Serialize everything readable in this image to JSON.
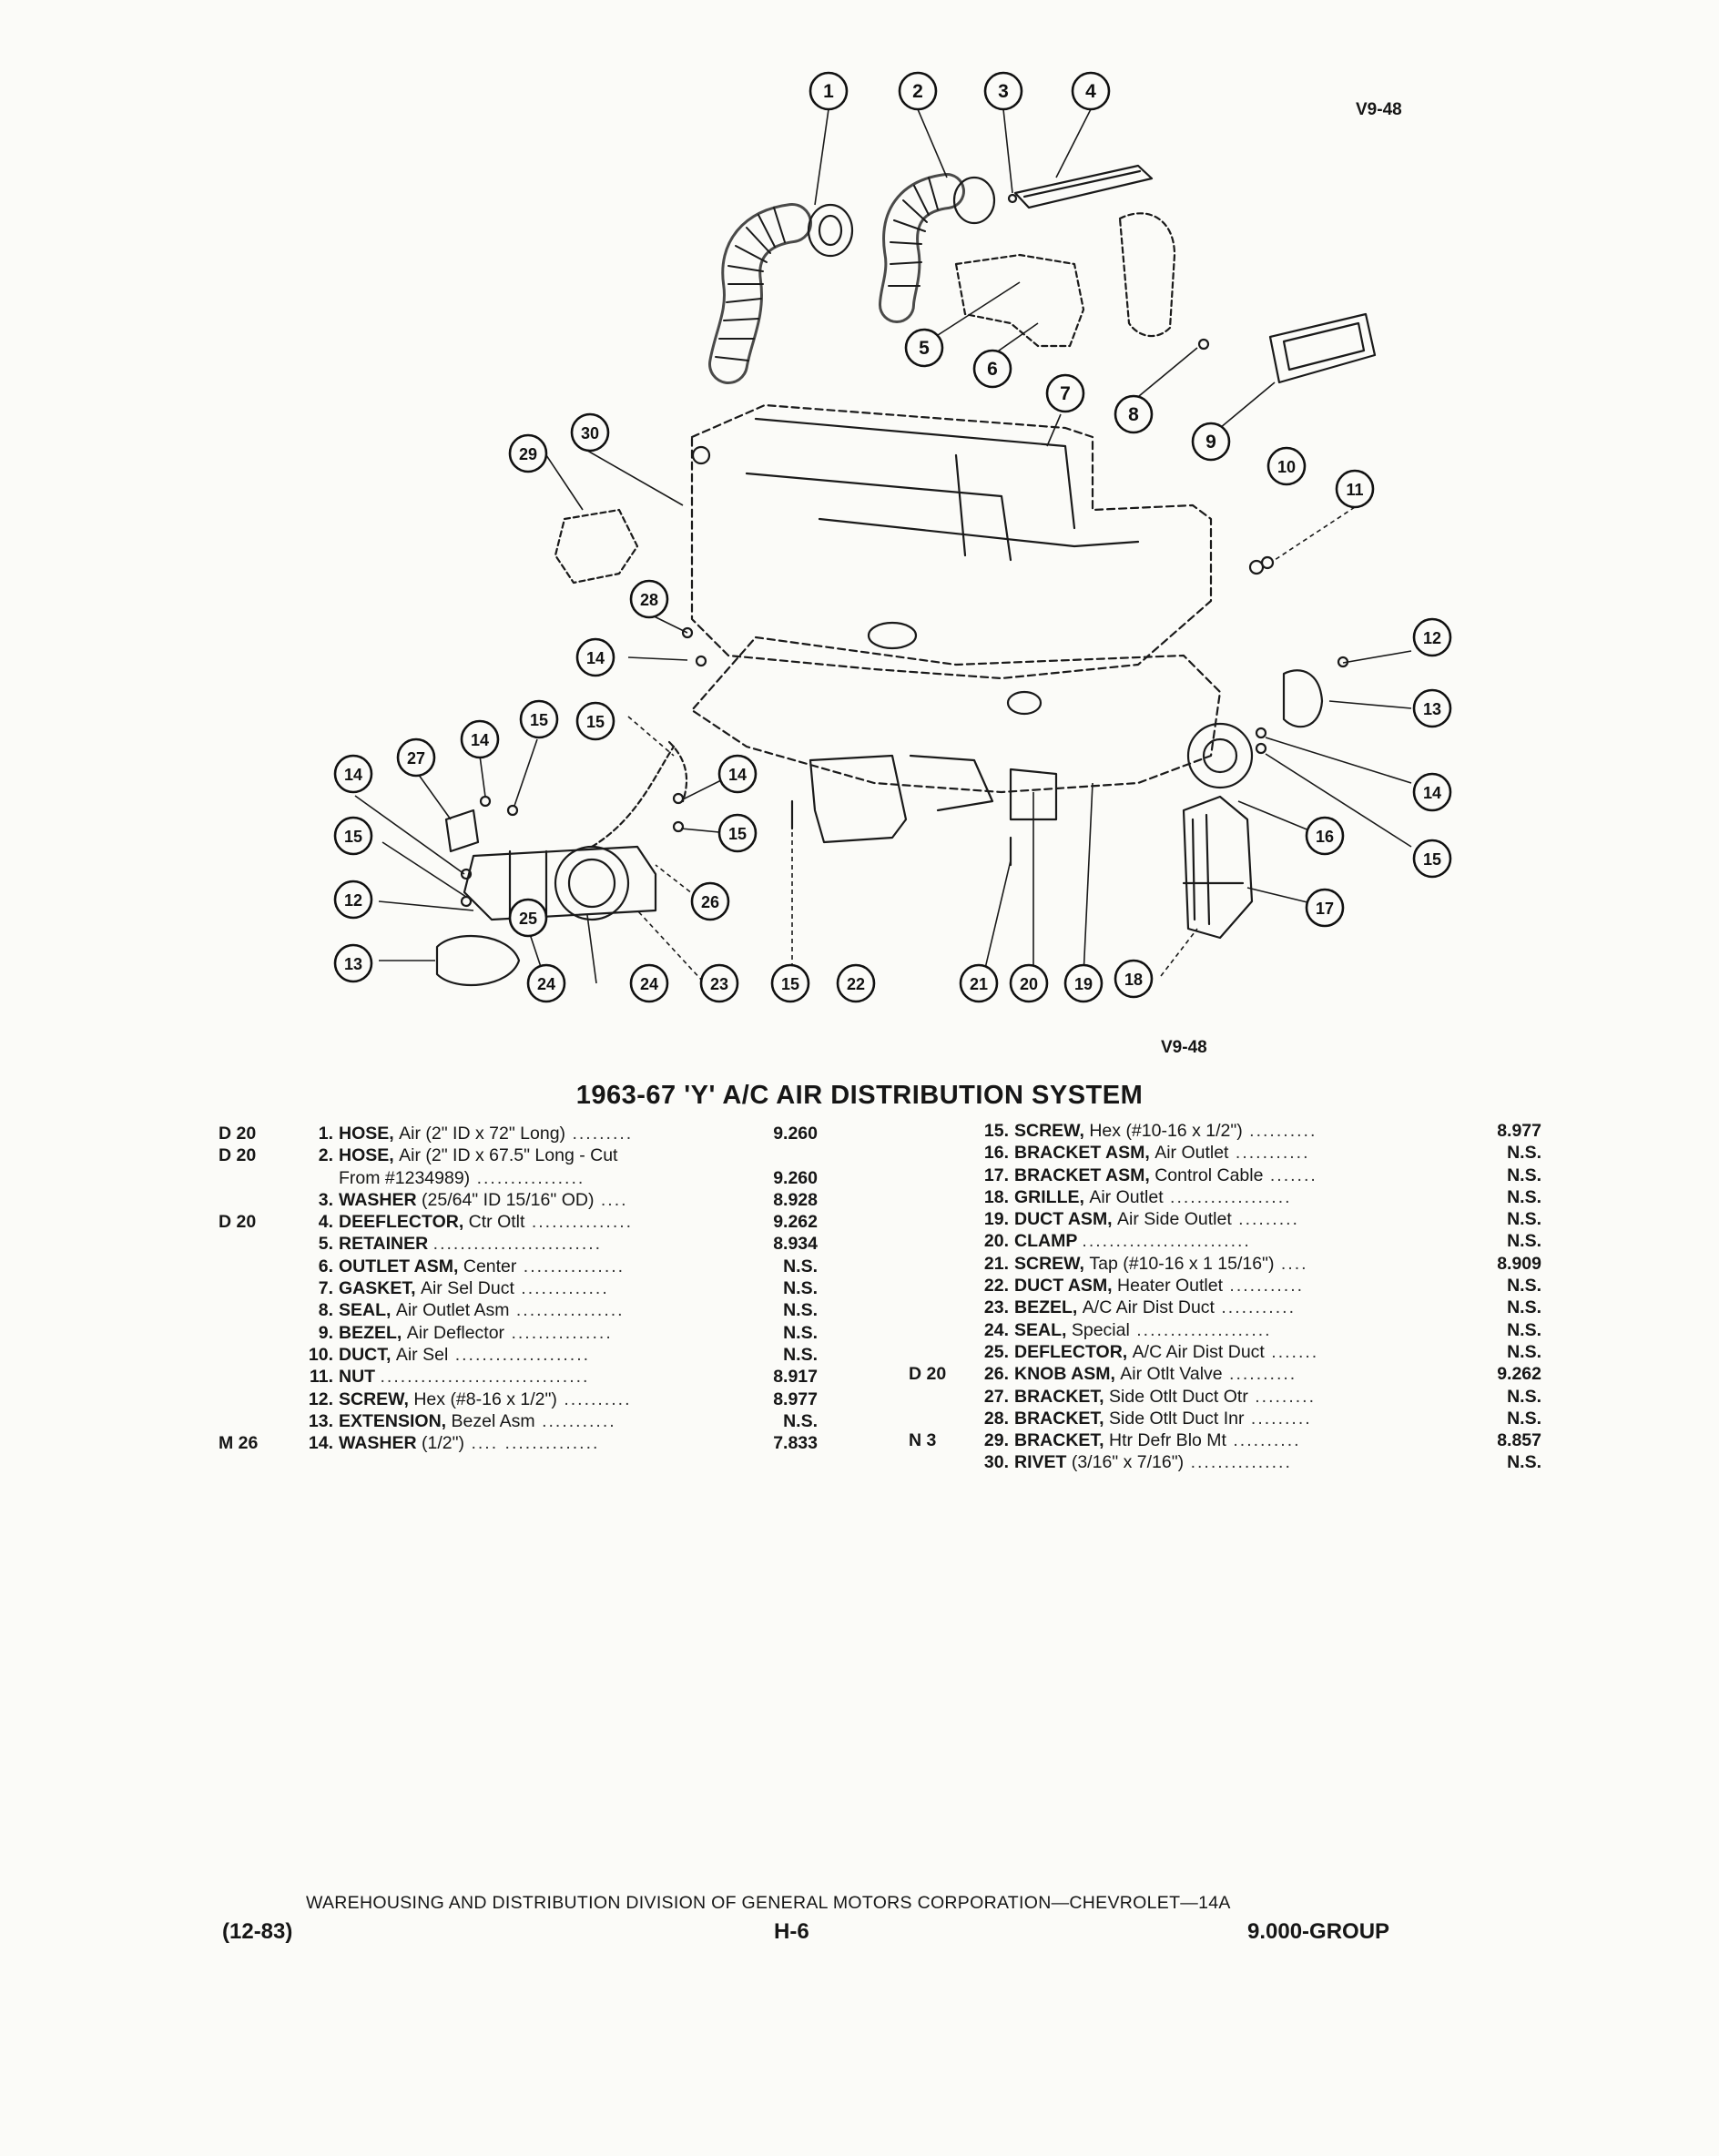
{
  "header_code": "V9-48",
  "figure_code": "V9-48",
  "title": "1963-67 'Y' A/C AIR DISTRIBUTION SYSTEM",
  "diagram": {
    "callouts": [
      "1",
      "2",
      "3",
      "4",
      "5",
      "6",
      "7",
      "8",
      "9",
      "10",
      "11",
      "12",
      "13",
      "14",
      "15",
      "16",
      "17",
      "18",
      "19",
      "20",
      "21",
      "22",
      "23",
      "24",
      "25",
      "26",
      "27",
      "28",
      "29",
      "30",
      "12",
      "13",
      "14",
      "15",
      "14",
      "15",
      "14",
      "15",
      "14",
      "15",
      "24",
      "15"
    ]
  },
  "parts_left": [
    {
      "code": "D 20",
      "num": "1.",
      "name": "HOSE,",
      "desc": "Air (2\" ID x 72\" Long)",
      "dots": ".........",
      "group": "9.260"
    },
    {
      "code": "D 20",
      "num": "2.",
      "name": "HOSE,",
      "desc": "Air (2\" ID x 67.5\" Long - Cut",
      "dots": "",
      "group": ""
    },
    {
      "code": "",
      "num": "",
      "name": "",
      "desc": "From #1234989)",
      "dots": "................",
      "group": "9.260"
    },
    {
      "code": "",
      "num": "3.",
      "name": "WASHER",
      "desc": "(25/64\" ID 15/16\" OD)",
      "dots": "....",
      "group": "8.928"
    },
    {
      "code": "D 20",
      "num": "4.",
      "name": "DEEFLECTOR,",
      "desc": "Ctr Otlt",
      "dots": "...............",
      "group": "9.262"
    },
    {
      "code": "",
      "num": "5.",
      "name": "RETAINER",
      "desc": "",
      "dots": ".........................",
      "group": "8.934"
    },
    {
      "code": "",
      "num": "6.",
      "name": "OUTLET ASM,",
      "desc": "Center",
      "dots": "...............",
      "group": "N.S."
    },
    {
      "code": "",
      "num": "7.",
      "name": "GASKET,",
      "desc": "Air Sel Duct",
      "dots": ".............",
      "group": "N.S."
    },
    {
      "code": "",
      "num": "8.",
      "name": "SEAL,",
      "desc": "Air Outlet Asm",
      "dots": "................",
      "group": "N.S."
    },
    {
      "code": "",
      "num": "9.",
      "name": "BEZEL,",
      "desc": "Air Deflector",
      "dots": "...............",
      "group": "N.S."
    },
    {
      "code": "",
      "num": "10.",
      "name": "DUCT,",
      "desc": "Air Sel",
      "dots": "....................",
      "group": "N.S."
    },
    {
      "code": "",
      "num": "11.",
      "name": "NUT",
      "desc": "",
      "dots": "...............................",
      "group": "8.917"
    },
    {
      "code": "",
      "num": "12.",
      "name": "SCREW,",
      "desc": "Hex (#8-16 x 1/2\")",
      "dots": "..........",
      "group": "8.977"
    },
    {
      "code": "",
      "num": "13.",
      "name": "EXTENSION,",
      "desc": "Bezel Asm",
      "dots": "...........",
      "group": "N.S."
    },
    {
      "code": "M 26",
      "num": "14.",
      "name": "WASHER",
      "desc": "(1/2\")",
      "dots": "....  ..............",
      "group": "7.833"
    }
  ],
  "parts_right": [
    {
      "code": "",
      "num": "15.",
      "name": "SCREW,",
      "desc": "Hex (#10-16 x 1/2\")",
      "dots": "..........",
      "group": "8.977"
    },
    {
      "code": "",
      "num": "16.",
      "name": "BRACKET ASM,",
      "desc": "Air Outlet",
      "dots": "...........",
      "group": "N.S."
    },
    {
      "code": "",
      "num": "17.",
      "name": "BRACKET ASM,",
      "desc": "Control Cable",
      "dots": ".......",
      "group": "N.S."
    },
    {
      "code": "",
      "num": "18.",
      "name": "GRILLE,",
      "desc": "Air Outlet",
      "dots": "..................",
      "group": "N.S."
    },
    {
      "code": "",
      "num": "19.",
      "name": "DUCT ASM,",
      "desc": "Air Side Outlet",
      "dots": ".........",
      "group": "N.S."
    },
    {
      "code": "",
      "num": "20.",
      "name": "CLAMP",
      "desc": "",
      "dots": ".........................",
      "group": "N.S."
    },
    {
      "code": "",
      "num": "21.",
      "name": "SCREW,",
      "desc": "Tap (#10-16 x 1 15/16\")",
      "dots": "....",
      "group": "8.909"
    },
    {
      "code": "",
      "num": "22.",
      "name": "DUCT ASM,",
      "desc": "Heater Outlet",
      "dots": "...........",
      "group": "N.S."
    },
    {
      "code": "",
      "num": "23.",
      "name": "BEZEL,",
      "desc": "A/C Air Dist Duct",
      "dots": "...........",
      "group": "N.S."
    },
    {
      "code": "",
      "num": "24.",
      "name": "SEAL,",
      "desc": "Special",
      "dots": "....................",
      "group": "N.S."
    },
    {
      "code": "",
      "num": "25.",
      "name": "DEFLECTOR,",
      "desc": "A/C Air Dist Duct",
      "dots": ".......",
      "group": "N.S."
    },
    {
      "code": "D 20",
      "num": "26.",
      "name": "KNOB ASM,",
      "desc": "Air Otlt Valve",
      "dots": "..........",
      "group": "9.262"
    },
    {
      "code": "",
      "num": "27.",
      "name": "BRACKET,",
      "desc": "Side Otlt Duct Otr",
      "dots": ".........",
      "group": "N.S."
    },
    {
      "code": "",
      "num": "28.",
      "name": "BRACKET,",
      "desc": "Side Otlt Duct Inr",
      "dots": ".........",
      "group": "N.S."
    },
    {
      "code": "N 3",
      "num": "29.",
      "name": "BRACKET,",
      "desc": "Htr Defr Blo Mt",
      "dots": "..........",
      "group": "8.857"
    },
    {
      "code": "",
      "num": "30.",
      "name": "RIVET",
      "desc": "(3/16\" x 7/16\")",
      "dots": "...............",
      "group": "N.S."
    }
  ],
  "footer": {
    "division": "WAREHOUSING AND DISTRIBUTION DIVISION OF GENERAL MOTORS CORPORATION—CHEVROLET—14A",
    "date": "(12-83)",
    "page": "H-6",
    "group": "9.000-GROUP"
  }
}
